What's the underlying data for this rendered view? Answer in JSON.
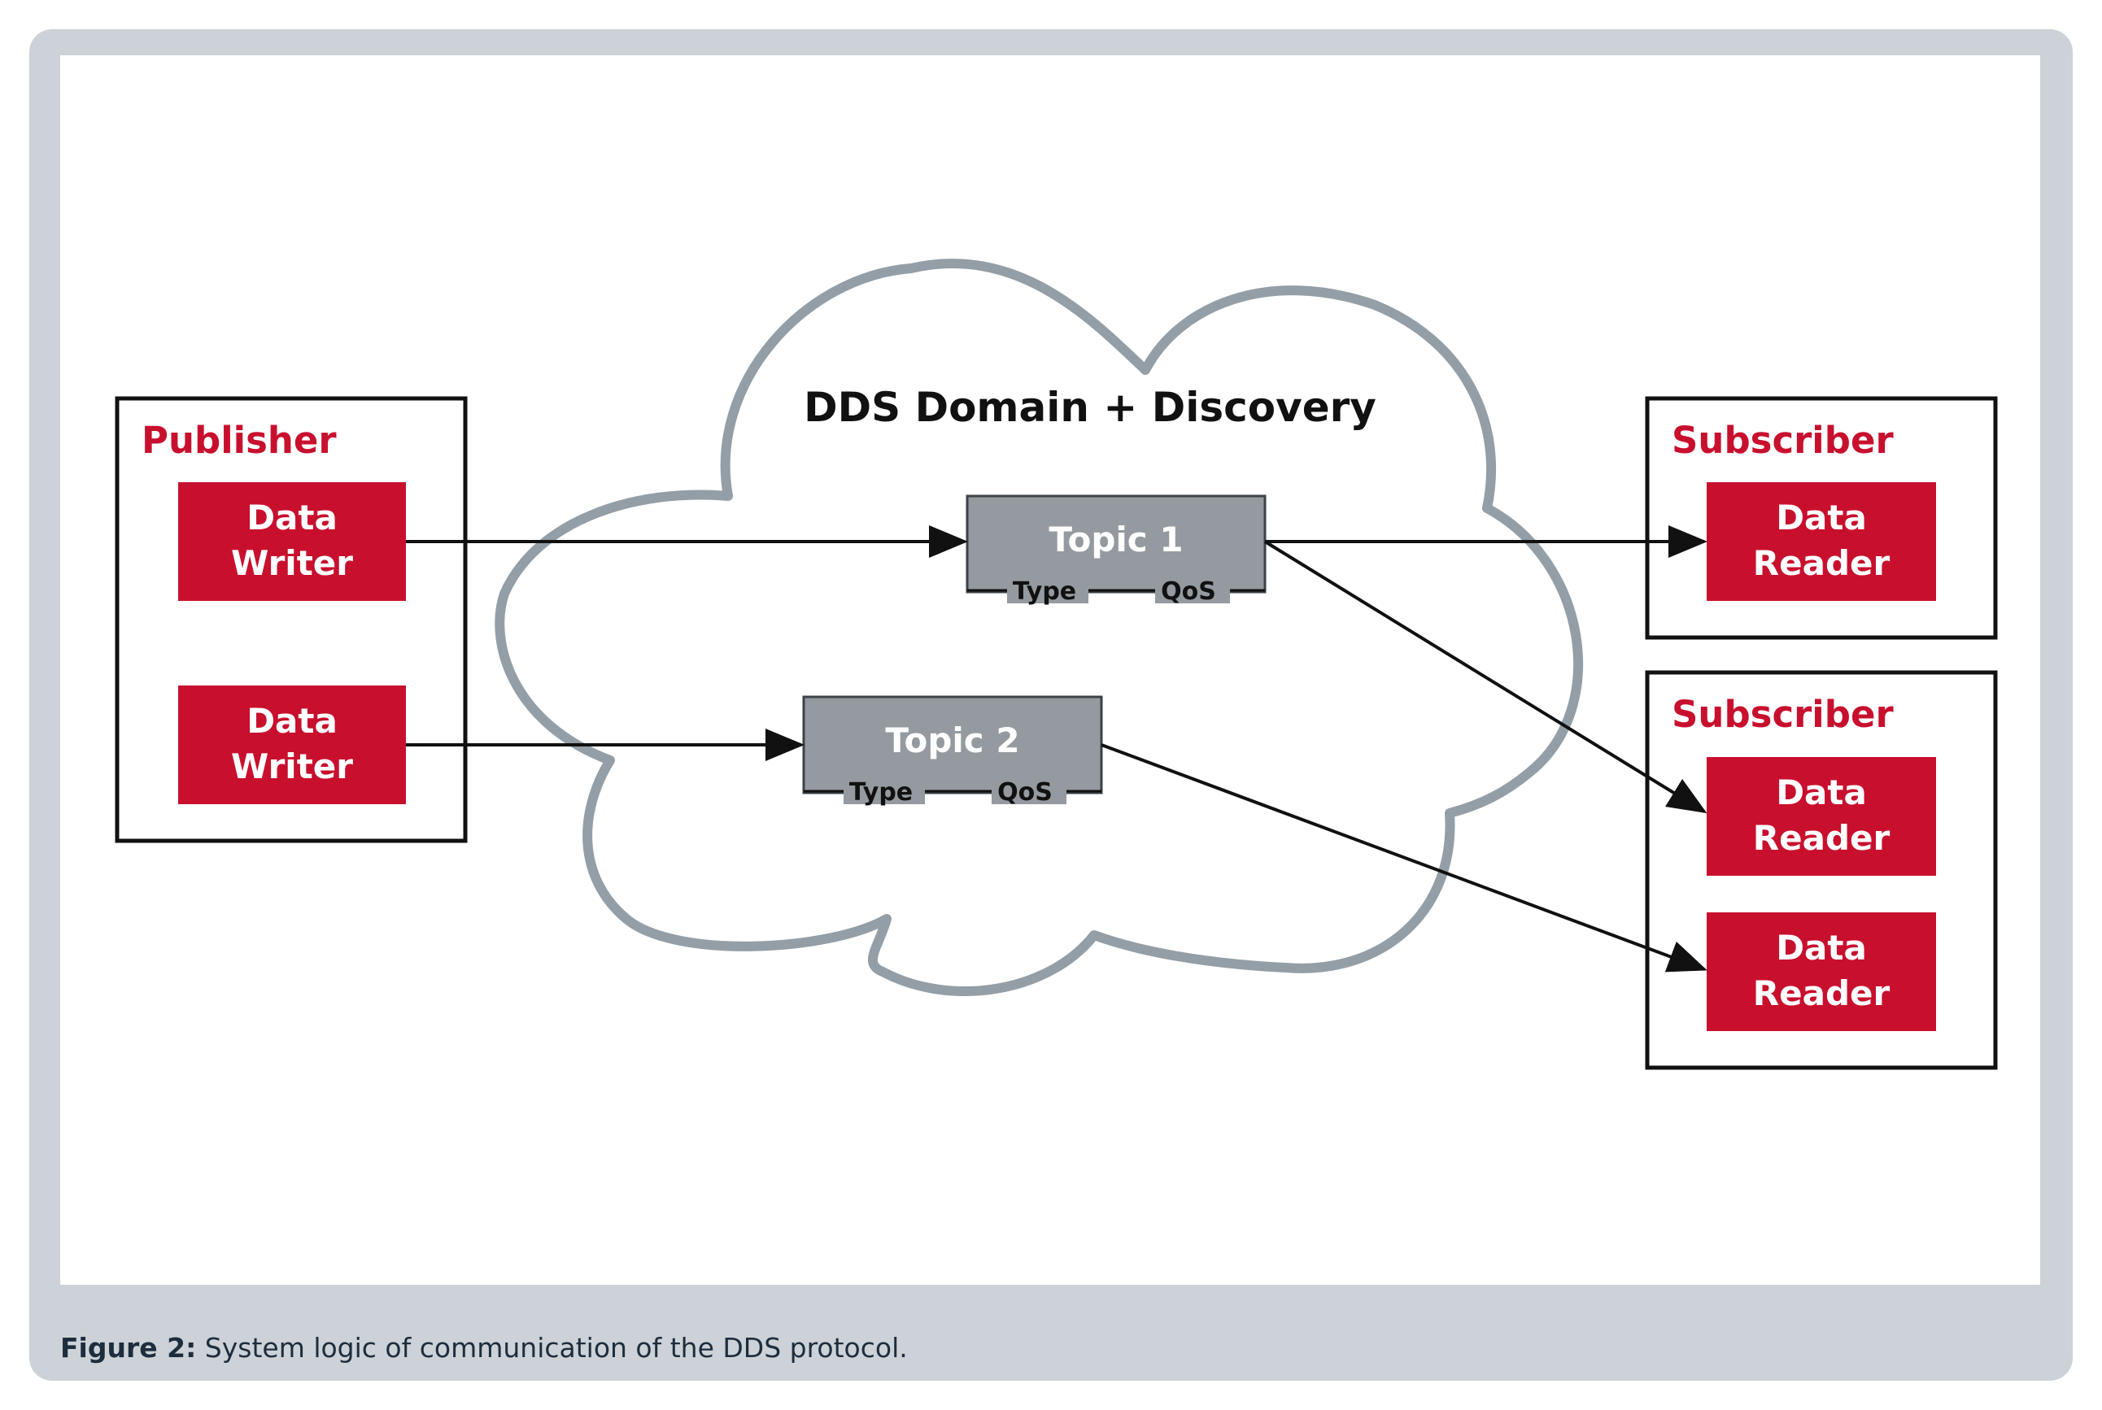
{
  "colors": {
    "accent_red": "#c8102e",
    "topic_gray": "#949a9f",
    "cloud_stroke": "#949ea6",
    "frame_gray": "#ccd2d7",
    "caption_text": "#1e2d3d"
  },
  "cloud": {
    "title": "DDS Domain + Discovery"
  },
  "publisher": {
    "title": "Publisher",
    "writers": [
      {
        "line1": "Data",
        "line2": "Writer"
      },
      {
        "line1": "Data",
        "line2": "Writer"
      }
    ]
  },
  "topics": [
    {
      "name": "Topic 1",
      "type_label": "Type",
      "qos_label": "QoS"
    },
    {
      "name": "Topic 2",
      "type_label": "Type",
      "qos_label": "QoS"
    }
  ],
  "subscribers": [
    {
      "title": "Subscriber",
      "readers": [
        {
          "line1": "Data",
          "line2": "Reader"
        }
      ]
    },
    {
      "title": "Subscriber",
      "readers": [
        {
          "line1": "Data",
          "line2": "Reader"
        },
        {
          "line1": "Data",
          "line2": "Reader"
        }
      ]
    }
  ],
  "caption": {
    "label": "Figure 2:",
    "text": "System logic of communication of the DDS protocol."
  }
}
